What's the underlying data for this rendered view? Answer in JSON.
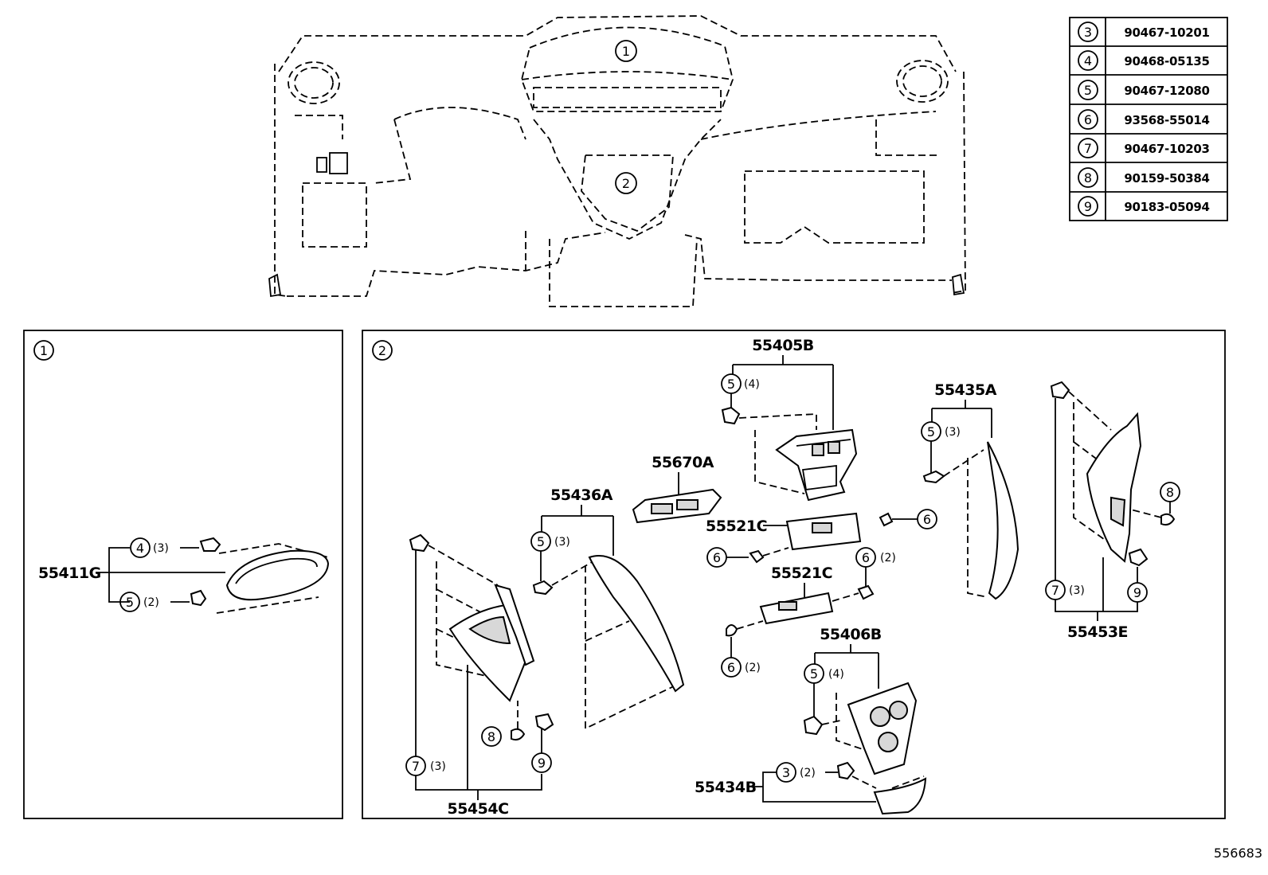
{
  "diagram_id": "556683",
  "table": [
    {
      "ref": "3",
      "part": "90467-10201"
    },
    {
      "ref": "4",
      "part": "90468-05135"
    },
    {
      "ref": "5",
      "part": "90467-12080"
    },
    {
      "ref": "6",
      "part": "93568-55014"
    },
    {
      "ref": "7",
      "part": "90467-10203"
    },
    {
      "ref": "8",
      "part": "90159-50384"
    },
    {
      "ref": "9",
      "part": "90183-05094"
    }
  ],
  "overview": {
    "callout1": "1",
    "callout2": "2"
  },
  "panel1": {
    "title": "1",
    "part": "55411G",
    "c4": "4",
    "q4": "(3)",
    "c5": "5",
    "q5": "(2)"
  },
  "panel2": {
    "title": "2",
    "p55405B": "55405B",
    "p55405B_c": "5",
    "p55405B_q": "(4)",
    "p55435A": "55435A",
    "p55435A_c": "5",
    "p55435A_q": "(3)",
    "p55670A": "55670A",
    "p55436A": "55436A",
    "p55436A_c": "5",
    "p55436A_q": "(3)",
    "p55521C_1": "55521C",
    "c6a": "6",
    "c6b": "6",
    "p55521C_2": "55521C",
    "c6c": "6",
    "c6c_q": "(2)",
    "c6d": "6",
    "c6d_q": "(2)",
    "p55406B": "55406B",
    "p55406B_c": "5",
    "p55406B_q": "(4)",
    "p55434B": "55434B",
    "p55434B_c": "3",
    "p55434B_q": "(2)",
    "p55454C": "55454C",
    "c7a": "7",
    "c7a_q": "(3)",
    "c8a": "8",
    "c9a": "9",
    "p55453E": "55453E",
    "c7b": "7",
    "c7b_q": "(3)",
    "c8b": "8",
    "c9b": "9"
  }
}
